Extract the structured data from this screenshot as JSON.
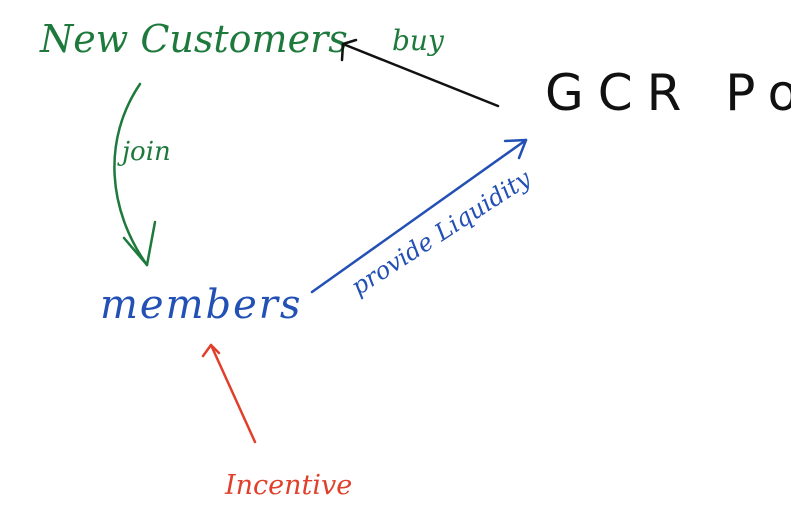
{
  "nodes": {
    "new_customers": "New Customers",
    "gcr_pool": "GCR Pool",
    "members": "members",
    "incentive": "Incentive"
  },
  "edges": {
    "buy": "buy",
    "join": "join",
    "provide_liquidity": "provide Liquidity"
  },
  "colors": {
    "new_customers": "#1e7a3c",
    "gcr_pool": "#111111",
    "members": "#2350b5",
    "incentive": "#e0402b"
  }
}
